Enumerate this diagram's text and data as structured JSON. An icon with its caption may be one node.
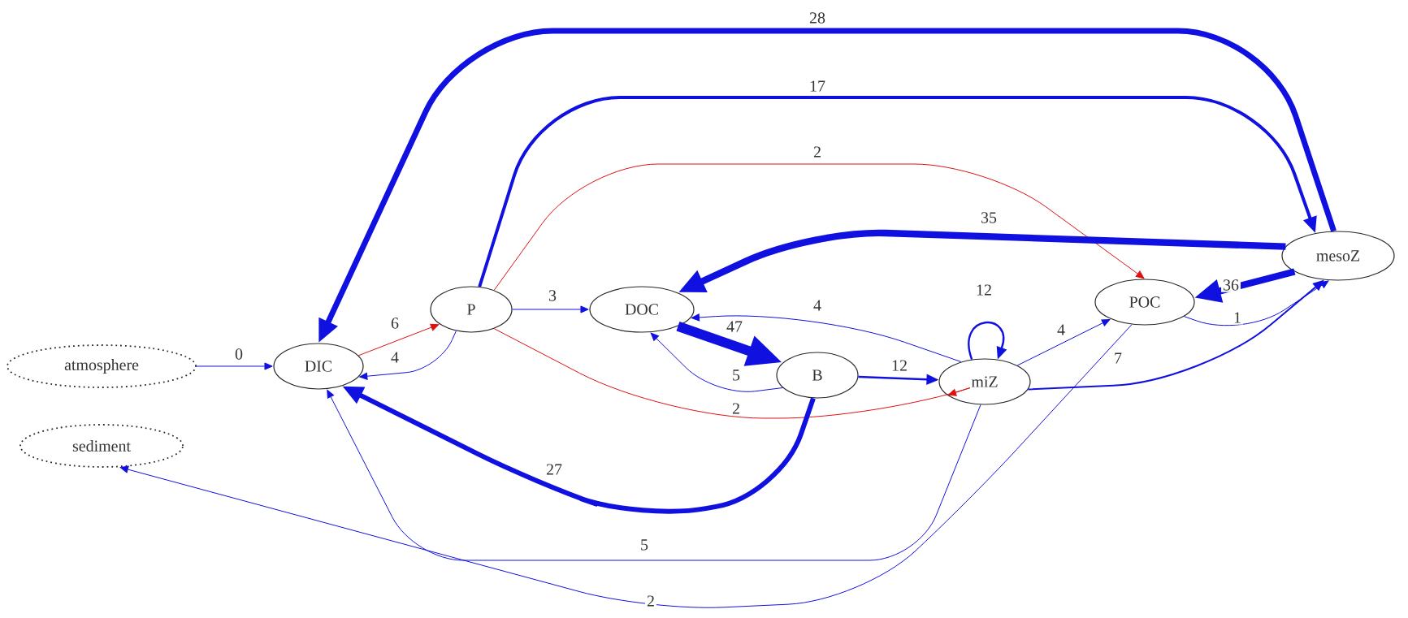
{
  "diagram": {
    "nodes": [
      {
        "text": [
          "atmosphere"
        ]
      },
      {
        "text": [
          "sediment"
        ]
      },
      {
        "text": [
          "DIC"
        ]
      },
      {
        "text": [
          "P"
        ]
      },
      {
        "text": [
          "DOC"
        ]
      },
      {
        "text": [
          "B"
        ]
      },
      {
        "text": [
          "miZ"
        ]
      },
      {
        "text": [
          "POC"
        ]
      },
      {
        "text": [
          "mesoZ"
        ]
      }
    ],
    "edges": [
      {
        "from": 0,
        "to": 2,
        "arrow": "to",
        "label": "0"
      },
      {
        "from": 2,
        "to": 3,
        "arrow": "to",
        "label": "6",
        "color": "#e01010"
      },
      {
        "from": 3,
        "to": 2,
        "arrow": "to",
        "label": "4"
      },
      {
        "from": 3,
        "to": 4,
        "arrow": "to",
        "label": "3"
      },
      {
        "from": 3,
        "to": 7,
        "arrow": "to",
        "label": "2",
        "color": "#e01010"
      },
      {
        "from": 3,
        "to": 6,
        "arrow": "to",
        "label": "2",
        "color": "#e01010"
      },
      {
        "from": 3,
        "to": 8,
        "arrow": "to",
        "label": "17",
        "style": "thick"
      },
      {
        "from": 8,
        "to": 2,
        "arrow": "to",
        "label": "28",
        "style": "thick"
      },
      {
        "from": 8,
        "to": 4,
        "arrow": "to",
        "label": "35",
        "style": "thick"
      },
      {
        "from": 8,
        "to": 7,
        "arrow": "to",
        "label": "36",
        "style": "thick"
      },
      {
        "from": 4,
        "to": 5,
        "arrow": "to",
        "label": "47",
        "style": "thick"
      },
      {
        "from": 5,
        "to": 4,
        "arrow": "to",
        "label": "5"
      },
      {
        "from": 5,
        "to": 6,
        "arrow": "to",
        "label": "12"
      },
      {
        "from": 5,
        "to": 2,
        "arrow": "to",
        "label": "27",
        "style": "thick"
      },
      {
        "from": 6,
        "to": 6,
        "arrow": "to",
        "label": "12"
      },
      {
        "from": 6,
        "to": 4,
        "arrow": "to",
        "label": "4"
      },
      {
        "from": 6,
        "to": 7,
        "arrow": "to",
        "label": "4"
      },
      {
        "from": 6,
        "to": 8,
        "arrow": "to",
        "label": "7"
      },
      {
        "from": 6,
        "to": 2,
        "arrow": "to",
        "label": "5"
      },
      {
        "from": 7,
        "to": 8,
        "arrow": "to",
        "label": "1"
      },
      {
        "from": 7,
        "to": 1,
        "arrow": "to",
        "label": "2"
      }
    ]
  }
}
